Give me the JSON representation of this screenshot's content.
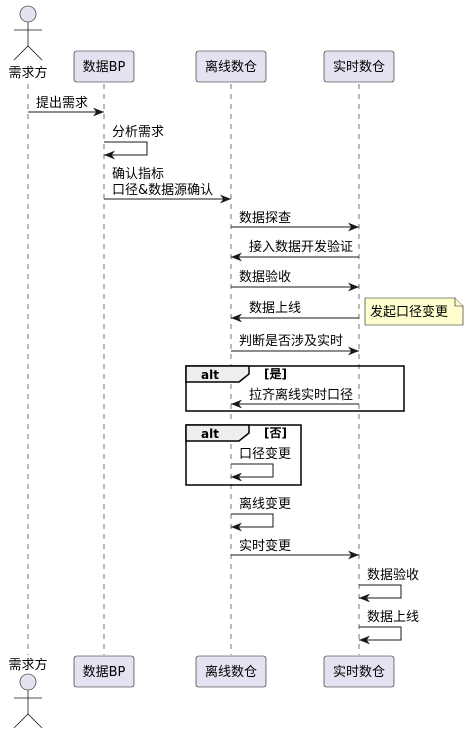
{
  "participants": [
    {
      "id": "p0",
      "label": "需求方",
      "kind": "actor"
    },
    {
      "id": "p1",
      "label": "数据BP",
      "kind": "box"
    },
    {
      "id": "p2",
      "label": "离线数仓",
      "kind": "box"
    },
    {
      "id": "p3",
      "label": "实时数仓",
      "kind": "box"
    }
  ],
  "messages": {
    "m1": "提出需求",
    "m2": "分析需求",
    "m3_line1": "确认指标",
    "m3_line2": "口径&数据源确认",
    "m4": "数据探查",
    "m5": "接入数据开发验证",
    "m6": "数据验收",
    "m7": "数据上线",
    "m8": "判断是否涉及实时",
    "m9": "拉齐离线实时口径",
    "m10": "口径变更",
    "m11": "离线变更",
    "m12": "实时变更",
    "m13": "数据验收",
    "m14": "数据上线"
  },
  "note": {
    "text": "发起口径变更"
  },
  "fragments": {
    "f1": {
      "keyword": "alt",
      "guard": "[是]"
    },
    "f2": {
      "keyword": "alt",
      "guard": "[否]"
    }
  },
  "colors": {
    "participant_fill": "#e2e2f0",
    "note_fill": "#fefece",
    "fragment_tab_fill": "#eeeeee",
    "line": "#181818"
  }
}
